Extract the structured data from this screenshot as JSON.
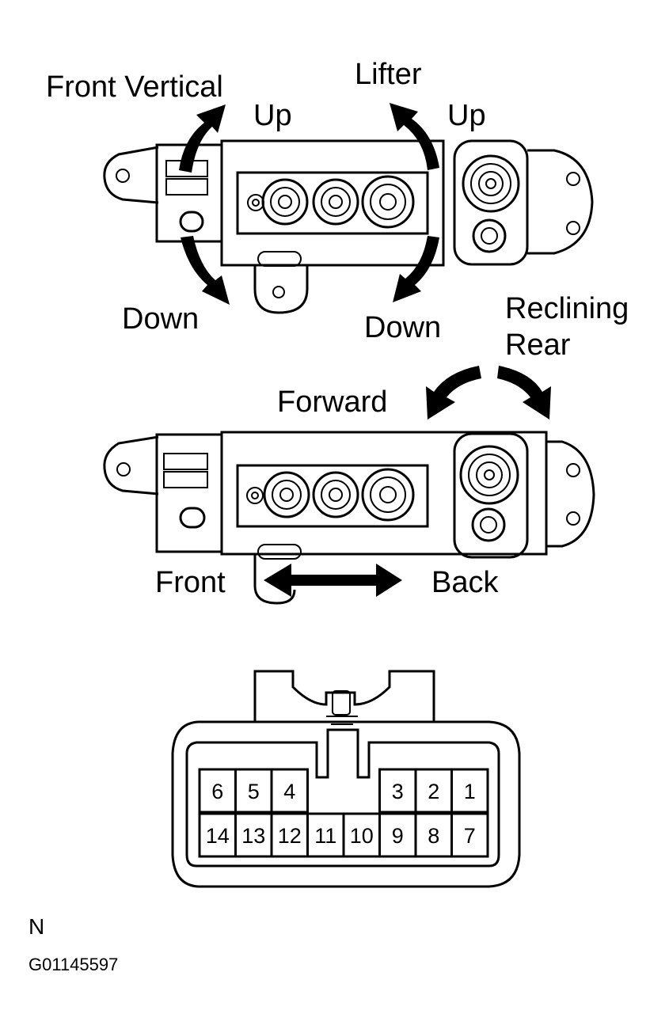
{
  "switch_top": {
    "front_vertical_label": "Front Vertical",
    "front_up_label": "Up",
    "front_down_label": "Down",
    "lifter_label": "Lifter",
    "lifter_up_label": "Up",
    "lifter_down_label": "Down"
  },
  "switch_bottom": {
    "reclining_label_line1": "Reclining",
    "reclining_label_line2": "Rear",
    "forward_label": "Forward",
    "front_label": "Front",
    "back_label": "Back"
  },
  "connector": {
    "top_row": [
      "6",
      "5",
      "4",
      "3",
      "2",
      "1"
    ],
    "bottom_row": [
      "14",
      "13",
      "12",
      "11",
      "10",
      "9",
      "8",
      "7"
    ]
  },
  "footer": {
    "letter": "N",
    "figure_code": "G01145597"
  }
}
